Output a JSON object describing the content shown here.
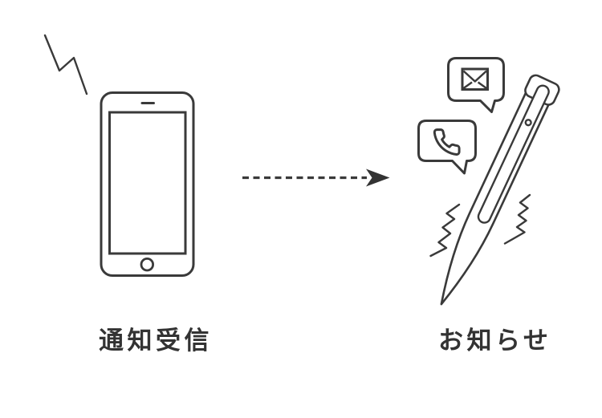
{
  "diagram": {
    "background_color": "#ffffff",
    "line_color": "#3a3a3a",
    "text_color": "#333333",
    "left_figure": {
      "label": "通知受信",
      "icons": [
        "signal-zigzag-icon",
        "smartphone-icon"
      ]
    },
    "arrow": {
      "type": "dashed-right-arrow",
      "direction": "right"
    },
    "right_figure": {
      "label": "お知らせ",
      "icons": [
        "mail-bubble-icon",
        "phone-call-bubble-icon",
        "stylus-pen-icon",
        "vibration-zigzag-icons"
      ]
    }
  }
}
